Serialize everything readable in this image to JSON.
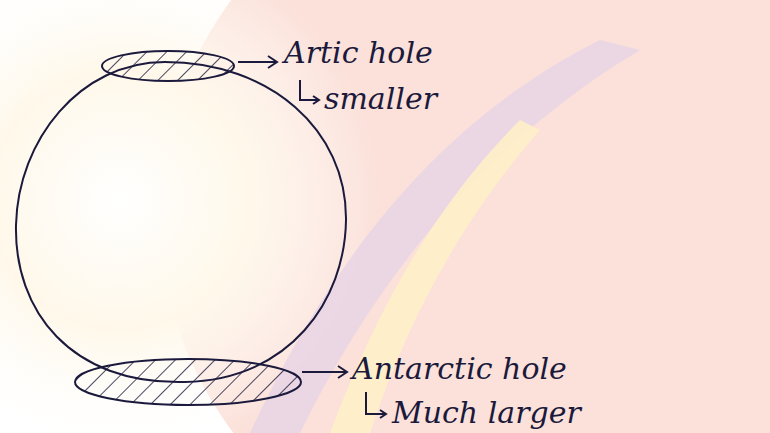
{
  "diagram": {
    "labels": [
      "Artic hole",
      "smaller",
      "Antarctic hole",
      "Much larger"
    ]
  }
}
